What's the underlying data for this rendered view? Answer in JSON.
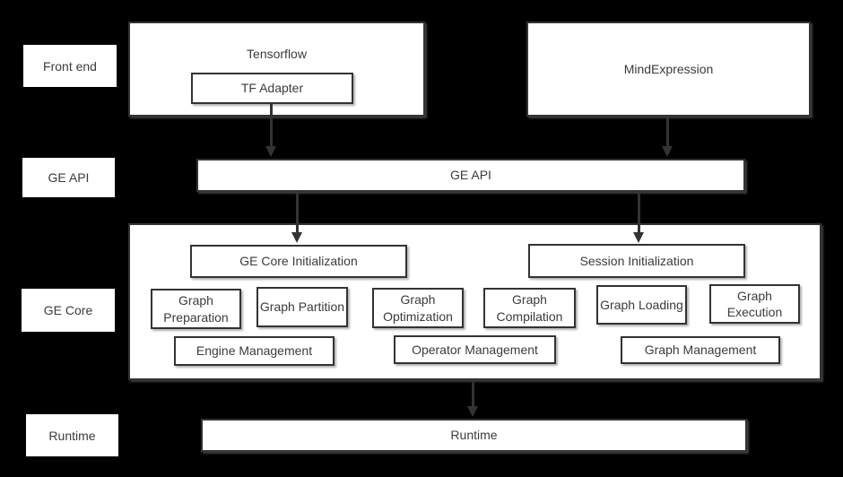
{
  "colors": {
    "background": "#000000",
    "box_fill": "#ffffff",
    "box_border": "#333333",
    "text": "#3b3b3b",
    "arrow": "#333333"
  },
  "row_labels": {
    "front_end": "Front end",
    "ge_api": "GE API",
    "ge_core": "GE Core",
    "runtime": "Runtime"
  },
  "frontend": {
    "tensorflow_title": "Tensorflow",
    "tf_adapter": "TF Adapter",
    "mindexpression": "MindExpression"
  },
  "ge_api": {
    "label": "GE API"
  },
  "ge_core": {
    "core_init": "GE Core Initialization",
    "session_init": "Session Initialization",
    "modules": [
      "Graph Preparation",
      "Graph Partition",
      "Graph Optimization",
      "Graph Compilation",
      "Graph Loading",
      "Graph Execution"
    ],
    "management": [
      "Engine Management",
      "Operator Management",
      "Graph Management"
    ]
  },
  "runtime": {
    "label": "Runtime"
  }
}
